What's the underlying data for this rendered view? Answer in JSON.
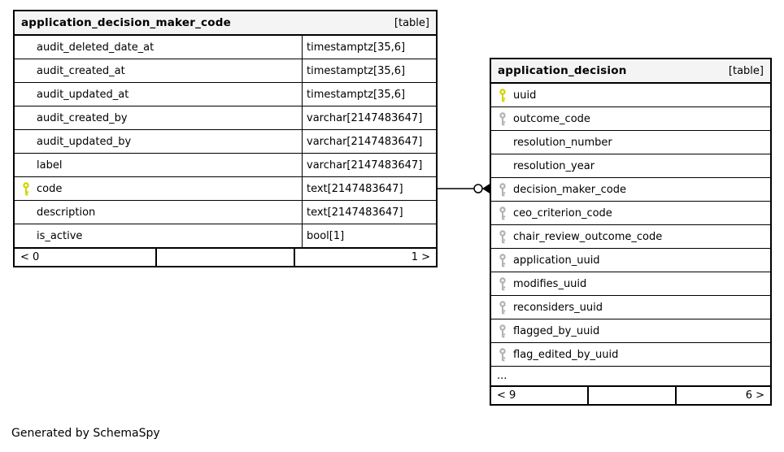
{
  "diagram": {
    "generated_by": "Generated by SchemaSpy"
  },
  "colors": {
    "border": "#000000",
    "header_bg": "#f4f4f4",
    "row_bg": "#ffffff",
    "primary_key_icon": "#d2d200",
    "foreign_key_icon": "#b2b2b2"
  },
  "tables": {
    "left": {
      "title": "application_decision_maker_code",
      "tag": "[table]",
      "columns": [
        {
          "name": "audit_deleted_date_at",
          "type": "timestamptz[35,6]",
          "key": null
        },
        {
          "name": "audit_created_at",
          "type": "timestamptz[35,6]",
          "key": null
        },
        {
          "name": "audit_updated_at",
          "type": "timestamptz[35,6]",
          "key": null
        },
        {
          "name": "audit_created_by",
          "type": "varchar[2147483647]",
          "key": null
        },
        {
          "name": "audit_updated_by",
          "type": "varchar[2147483647]",
          "key": null
        },
        {
          "name": "label",
          "type": "varchar[2147483647]",
          "key": null
        },
        {
          "name": "code",
          "type": "text[2147483647]",
          "key": "primary"
        },
        {
          "name": "description",
          "type": "text[2147483647]",
          "key": null
        },
        {
          "name": "is_active",
          "type": "bool[1]",
          "key": null
        }
      ],
      "footer": {
        "left": "< 0",
        "middle": "",
        "right": "1 >"
      }
    },
    "right": {
      "title": "application_decision",
      "tag": "[table]",
      "columns": [
        {
          "name": "uuid",
          "key": "primary"
        },
        {
          "name": "outcome_code",
          "key": "foreign"
        },
        {
          "name": "resolution_number",
          "key": null
        },
        {
          "name": "resolution_year",
          "key": null
        },
        {
          "name": "decision_maker_code",
          "key": "foreign"
        },
        {
          "name": "ceo_criterion_code",
          "key": "foreign"
        },
        {
          "name": "chair_review_outcome_code",
          "key": "foreign"
        },
        {
          "name": "application_uuid",
          "key": "foreign"
        },
        {
          "name": "modifies_uuid",
          "key": "foreign"
        },
        {
          "name": "reconsiders_uuid",
          "key": "foreign"
        },
        {
          "name": "flagged_by_uuid",
          "key": "foreign"
        },
        {
          "name": "flag_edited_by_uuid",
          "key": "foreign"
        },
        {
          "name": "...",
          "key": null,
          "ellipsis": true
        }
      ],
      "footer": {
        "left": "< 9",
        "middle": "",
        "right": "6 >"
      }
    }
  },
  "relationship": {
    "from_column": "code",
    "to_column": "decision_maker_code"
  }
}
